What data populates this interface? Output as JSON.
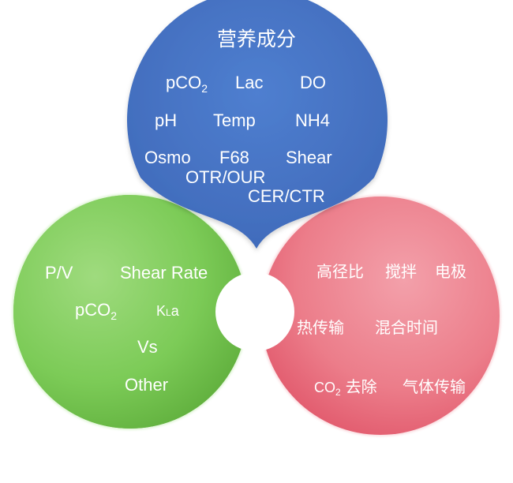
{
  "top": {
    "title": "营养成分",
    "row1": {
      "a_main": "pCO",
      "a_sub": "2",
      "b": "Lac",
      "c": "DO"
    },
    "row2": {
      "a": "pH",
      "b": "Temp",
      "c": "NH4"
    },
    "row3": {
      "a": "Osmo",
      "b": "F68",
      "c": "Shear"
    },
    "row4": "OTR/OUR",
    "row5": "CER/CTR"
  },
  "left": {
    "row1": {
      "a": "P/V",
      "b": "Shear Rate"
    },
    "row2": {
      "a_main": "pCO",
      "a_sub": "2",
      "b_k": "K",
      "b_sub": "L",
      "b_a": "a"
    },
    "row3": "Vs",
    "row4": "Other"
  },
  "right": {
    "row1": {
      "a": "高径比",
      "b": "搅拌",
      "c": "电极"
    },
    "row2": {
      "a": "热传输",
      "b": "混合时间"
    },
    "row3": {
      "co_main": "CO",
      "co_sub": "2",
      "co_rest": "去除",
      "b": "气体传输"
    }
  },
  "colors": {
    "blue": "#4472C4",
    "green": "#6FC14B",
    "red": "#E8697A",
    "background": "#FFFFFF"
  }
}
